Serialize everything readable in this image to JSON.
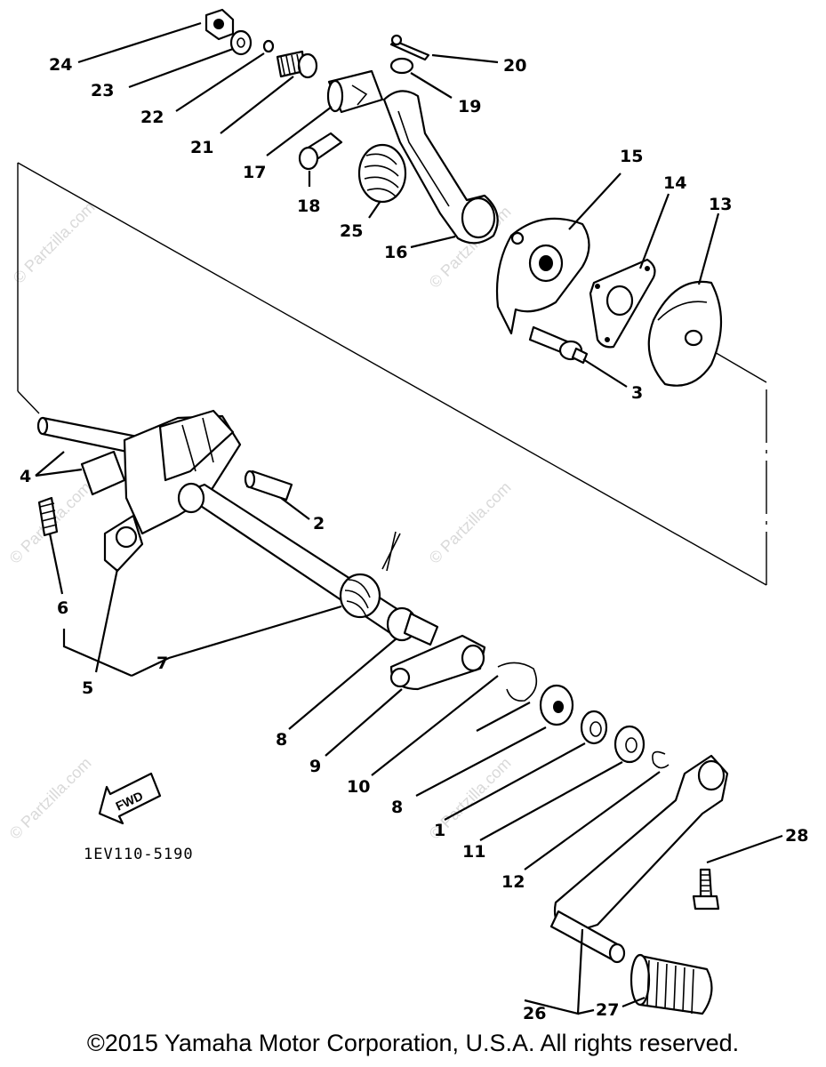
{
  "diagram": {
    "callouts": [
      "1",
      "2",
      "3",
      "4",
      "5",
      "6",
      "7",
      "8",
      "9",
      "10",
      "11",
      "12",
      "13",
      "14",
      "15",
      "16",
      "17",
      "18",
      "19",
      "20",
      "21",
      "22",
      "23",
      "24",
      "25",
      "26",
      "27",
      "28"
    ],
    "extra_labels": {
      "part_8_second": "8"
    },
    "drawing_code": "1EV110-5190",
    "fwd_arrow": "FWD",
    "watermark": "© Partzilla.com"
  },
  "footer": {
    "copyright": "©2015 Yamaha Motor Corporation, U.S.A. All rights reserved."
  }
}
